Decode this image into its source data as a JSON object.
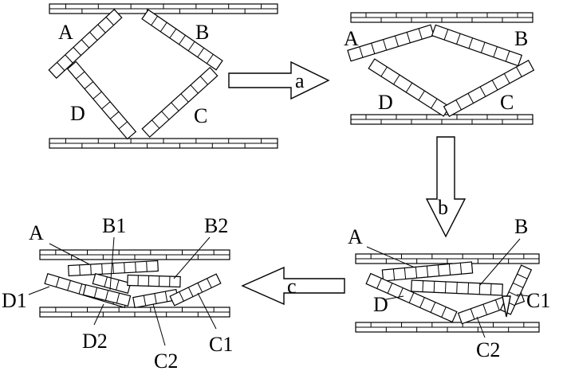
{
  "panels": {
    "initial": {
      "labels": [
        "A",
        "B",
        "C",
        "D"
      ]
    },
    "after_a": {
      "labels": [
        "A",
        "B",
        "C",
        "D"
      ]
    },
    "after_b": {
      "labels": [
        "A",
        "B",
        "C1",
        "C2",
        "D"
      ]
    },
    "after_c": {
      "labels": [
        "A",
        "B1",
        "B2",
        "C1",
        "C2",
        "D1",
        "D2"
      ]
    }
  },
  "arrows": {
    "a": "a",
    "b": "b",
    "c": "c"
  }
}
